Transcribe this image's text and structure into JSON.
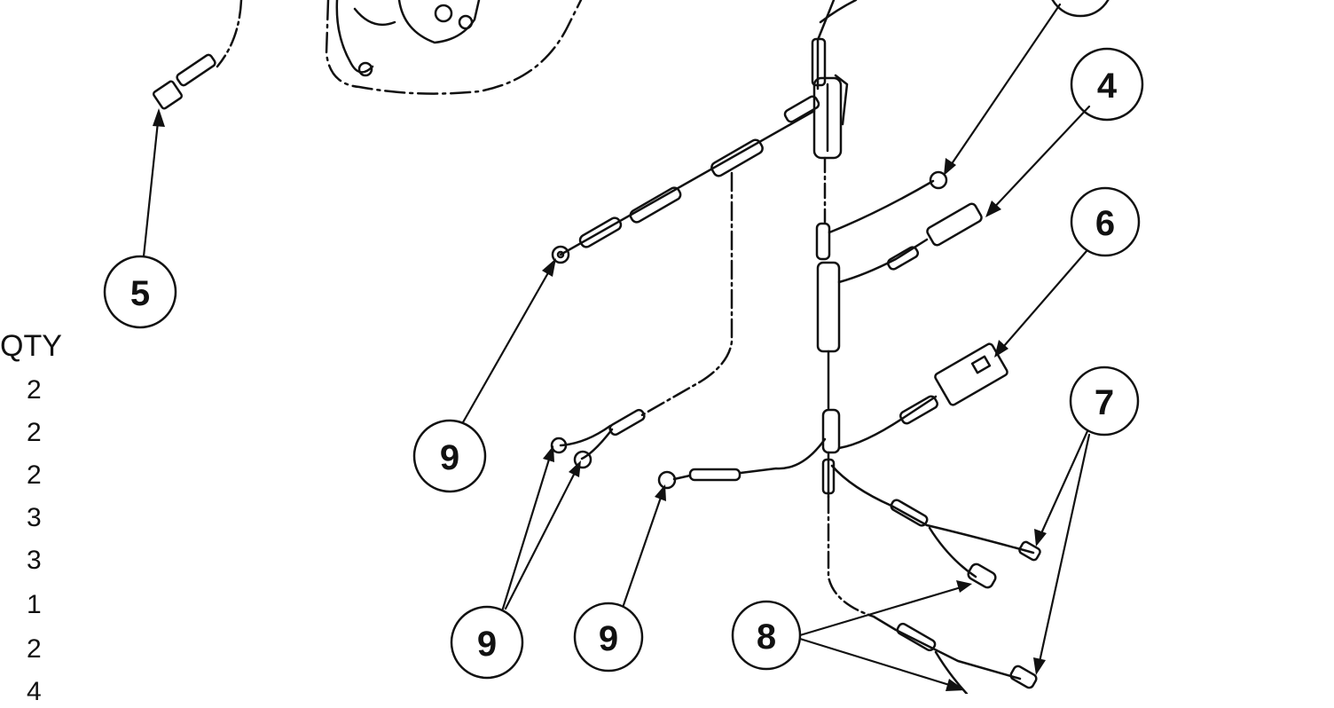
{
  "callouts": [
    {
      "id": "callout-5",
      "label": "5"
    },
    {
      "id": "callout-4",
      "label": "4"
    },
    {
      "id": "callout-6",
      "label": "6"
    },
    {
      "id": "callout-7",
      "label": "7"
    },
    {
      "id": "callout-8",
      "label": "8"
    },
    {
      "id": "callout-9-upper",
      "label": "9"
    },
    {
      "id": "callout-9-lower-left",
      "label": "9"
    },
    {
      "id": "callout-9-lower-mid",
      "label": "9"
    }
  ],
  "qty": {
    "header": "QTY",
    "values": [
      "2",
      "2",
      "2",
      "3",
      "3",
      "1",
      "2",
      "4"
    ]
  },
  "colors": {
    "ink": "#111111",
    "paper": "#ffffff"
  }
}
